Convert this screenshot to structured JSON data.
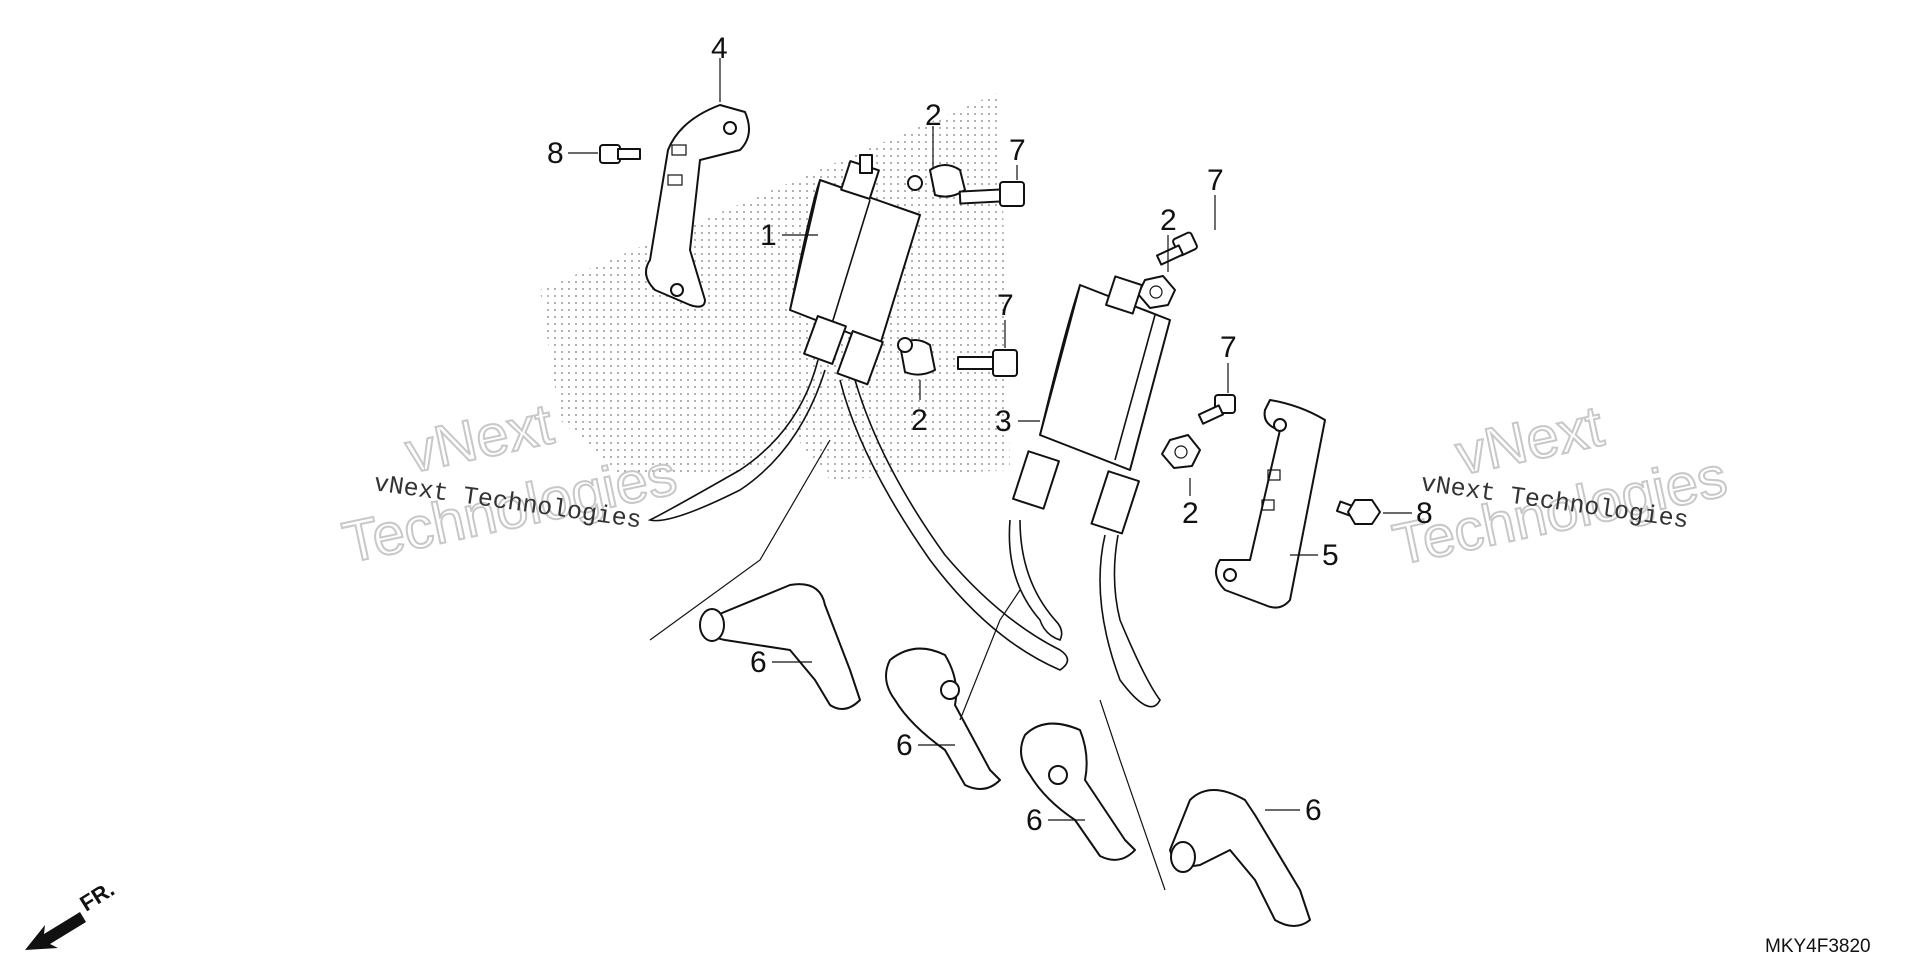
{
  "callouts": {
    "ignition_coil_front": "1",
    "clamp_a": "2",
    "clamp_b": "2",
    "clamp_c": "2",
    "clamp_d": "2",
    "ignition_coil_rear": "3",
    "bracket_left": "4",
    "bracket_right": "5",
    "plug_cap_1": "6",
    "plug_cap_2": "6",
    "plug_cap_3": "6",
    "plug_cap_4": "6",
    "bolt_a": "7",
    "bolt_b": "7",
    "bolt_c": "7",
    "bolt_d": "7",
    "bolt_left": "8",
    "bolt_right": "8"
  },
  "watermark": {
    "line1": "vNext",
    "line2": "Technologies",
    "mono": "vNext Technologies"
  },
  "direction_label": "FR.",
  "diagram_code": "MKY4F3820"
}
